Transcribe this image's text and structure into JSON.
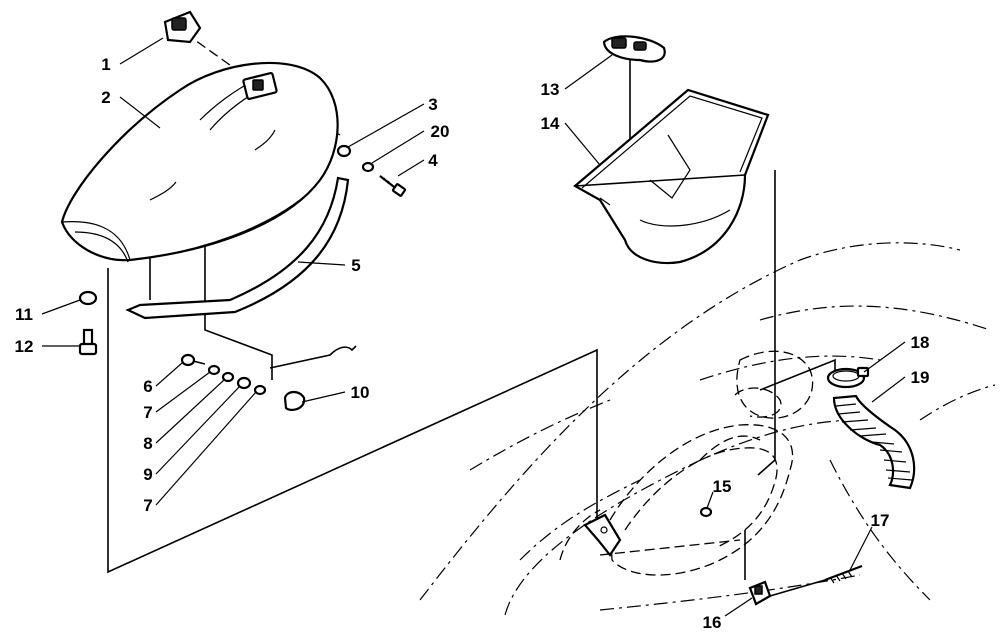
{
  "callouts": [
    {
      "id": "c1",
      "text": "1"
    },
    {
      "id": "c2",
      "text": "2"
    },
    {
      "id": "c3",
      "text": "3"
    },
    {
      "id": "c20",
      "text": "20"
    },
    {
      "id": "c4",
      "text": "4"
    },
    {
      "id": "c5",
      "text": "5"
    },
    {
      "id": "c11",
      "text": "11"
    },
    {
      "id": "c12",
      "text": "12"
    },
    {
      "id": "c6",
      "text": "6"
    },
    {
      "id": "c7a",
      "text": "7"
    },
    {
      "id": "c8",
      "text": "8"
    },
    {
      "id": "c9",
      "text": "9"
    },
    {
      "id": "c7b",
      "text": "7"
    },
    {
      "id": "c10",
      "text": "10"
    },
    {
      "id": "c13",
      "text": "13"
    },
    {
      "id": "c14",
      "text": "14"
    },
    {
      "id": "c18",
      "text": "18"
    },
    {
      "id": "c19",
      "text": "19"
    },
    {
      "id": "c15",
      "text": "15"
    },
    {
      "id": "c17",
      "text": "17"
    },
    {
      "id": "c16",
      "text": "16"
    }
  ]
}
